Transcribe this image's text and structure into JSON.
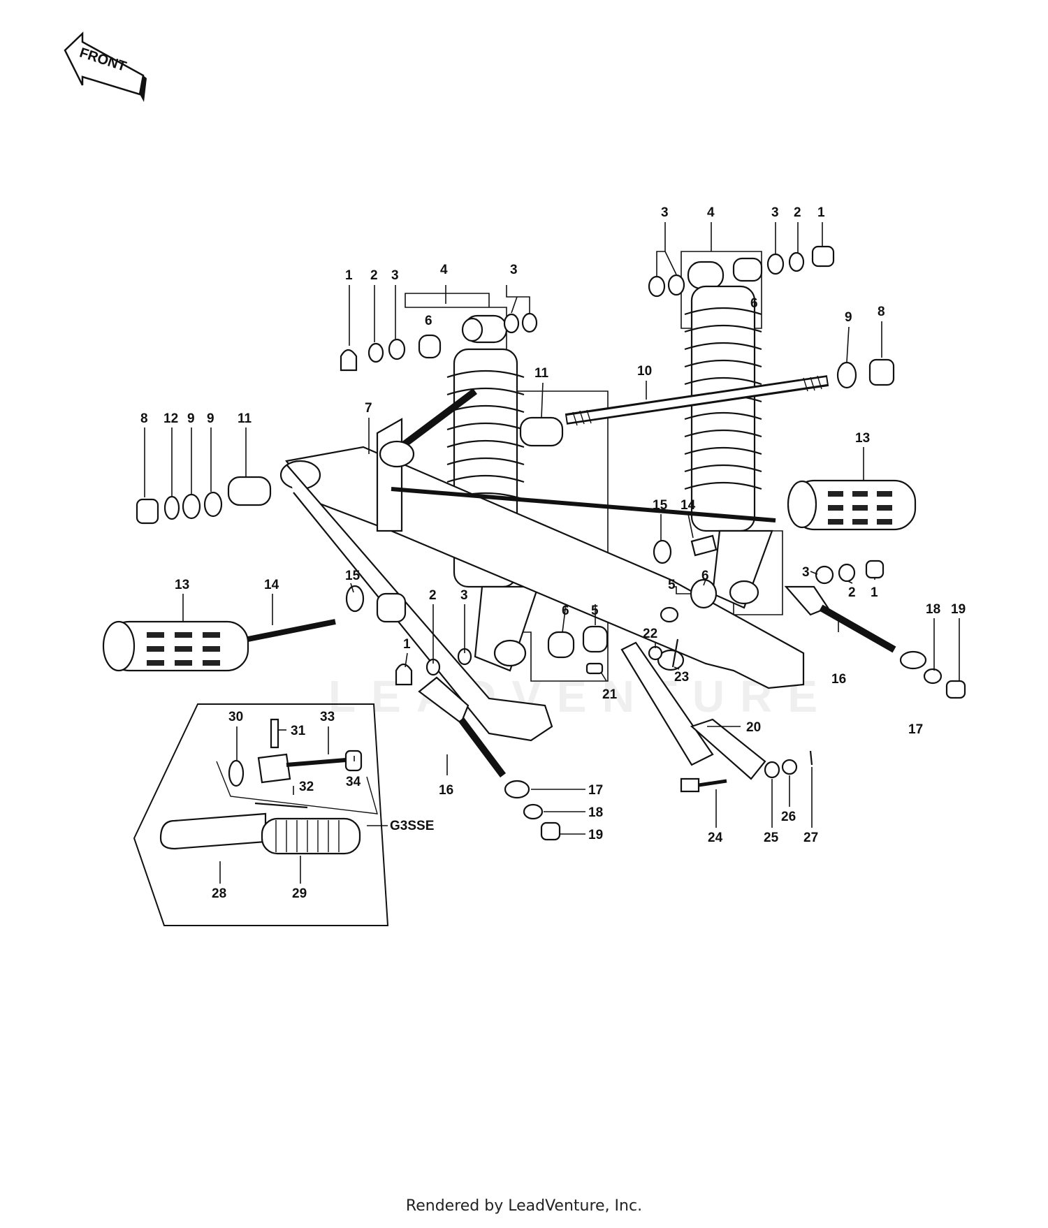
{
  "front_arrow": {
    "label": "FRONT"
  },
  "variant_label": "G3SSE",
  "watermark": "LEADVENTURE",
  "footer": "Rendered by LeadVenture, Inc.",
  "callouts": [
    {
      "id": "c1a",
      "text": "1"
    },
    {
      "id": "c2a",
      "text": "2"
    },
    {
      "id": "c3a",
      "text": "3"
    },
    {
      "id": "c4a",
      "text": "4"
    },
    {
      "id": "c3b",
      "text": "3"
    },
    {
      "id": "c6a",
      "text": "6"
    },
    {
      "id": "c3c",
      "text": "3"
    },
    {
      "id": "c4b",
      "text": "4"
    },
    {
      "id": "c3d",
      "text": "3"
    },
    {
      "id": "c2b",
      "text": "2"
    },
    {
      "id": "c1b",
      "text": "1"
    },
    {
      "id": "c6b",
      "text": "6"
    },
    {
      "id": "c9a",
      "text": "9"
    },
    {
      "id": "c8a",
      "text": "8"
    },
    {
      "id": "c10",
      "text": "10"
    },
    {
      "id": "c11a",
      "text": "11"
    },
    {
      "id": "c8b",
      "text": "8"
    },
    {
      "id": "c12",
      "text": "12"
    },
    {
      "id": "c9b",
      "text": "9"
    },
    {
      "id": "c9c",
      "text": "9"
    },
    {
      "id": "c11b",
      "text": "11"
    },
    {
      "id": "c7",
      "text": "7"
    },
    {
      "id": "c13a",
      "text": "13"
    },
    {
      "id": "c15a",
      "text": "15"
    },
    {
      "id": "c14a",
      "text": "14"
    },
    {
      "id": "c3e",
      "text": "3"
    },
    {
      "id": "c2c",
      "text": "2"
    },
    {
      "id": "c1c",
      "text": "1"
    },
    {
      "id": "c5a",
      "text": "5"
    },
    {
      "id": "c6c",
      "text": "6"
    },
    {
      "id": "c13b",
      "text": "13"
    },
    {
      "id": "c14b",
      "text": "14"
    },
    {
      "id": "c15b",
      "text": "15"
    },
    {
      "id": "c2d",
      "text": "2"
    },
    {
      "id": "c3f",
      "text": "3"
    },
    {
      "id": "c6d",
      "text": "6"
    },
    {
      "id": "c5b",
      "text": "5"
    },
    {
      "id": "c1d",
      "text": "1"
    },
    {
      "id": "c22",
      "text": "22"
    },
    {
      "id": "c23",
      "text": "23"
    },
    {
      "id": "c21",
      "text": "21"
    },
    {
      "id": "c18a",
      "text": "18"
    },
    {
      "id": "c19a",
      "text": "19"
    },
    {
      "id": "c16a",
      "text": "16"
    },
    {
      "id": "c17a",
      "text": "17"
    },
    {
      "id": "c20",
      "text": "20"
    },
    {
      "id": "c30",
      "text": "30"
    },
    {
      "id": "c31",
      "text": "31"
    },
    {
      "id": "c33",
      "text": "33"
    },
    {
      "id": "c34",
      "text": "34"
    },
    {
      "id": "c32",
      "text": "32"
    },
    {
      "id": "c16b",
      "text": "16"
    },
    {
      "id": "c17b",
      "text": "17"
    },
    {
      "id": "c18b",
      "text": "18"
    },
    {
      "id": "c19b",
      "text": "19"
    },
    {
      "id": "c24",
      "text": "24"
    },
    {
      "id": "c25",
      "text": "25"
    },
    {
      "id": "c26",
      "text": "26"
    },
    {
      "id": "c27",
      "text": "27"
    },
    {
      "id": "c28",
      "text": "28"
    },
    {
      "id": "c29",
      "text": "29"
    }
  ]
}
